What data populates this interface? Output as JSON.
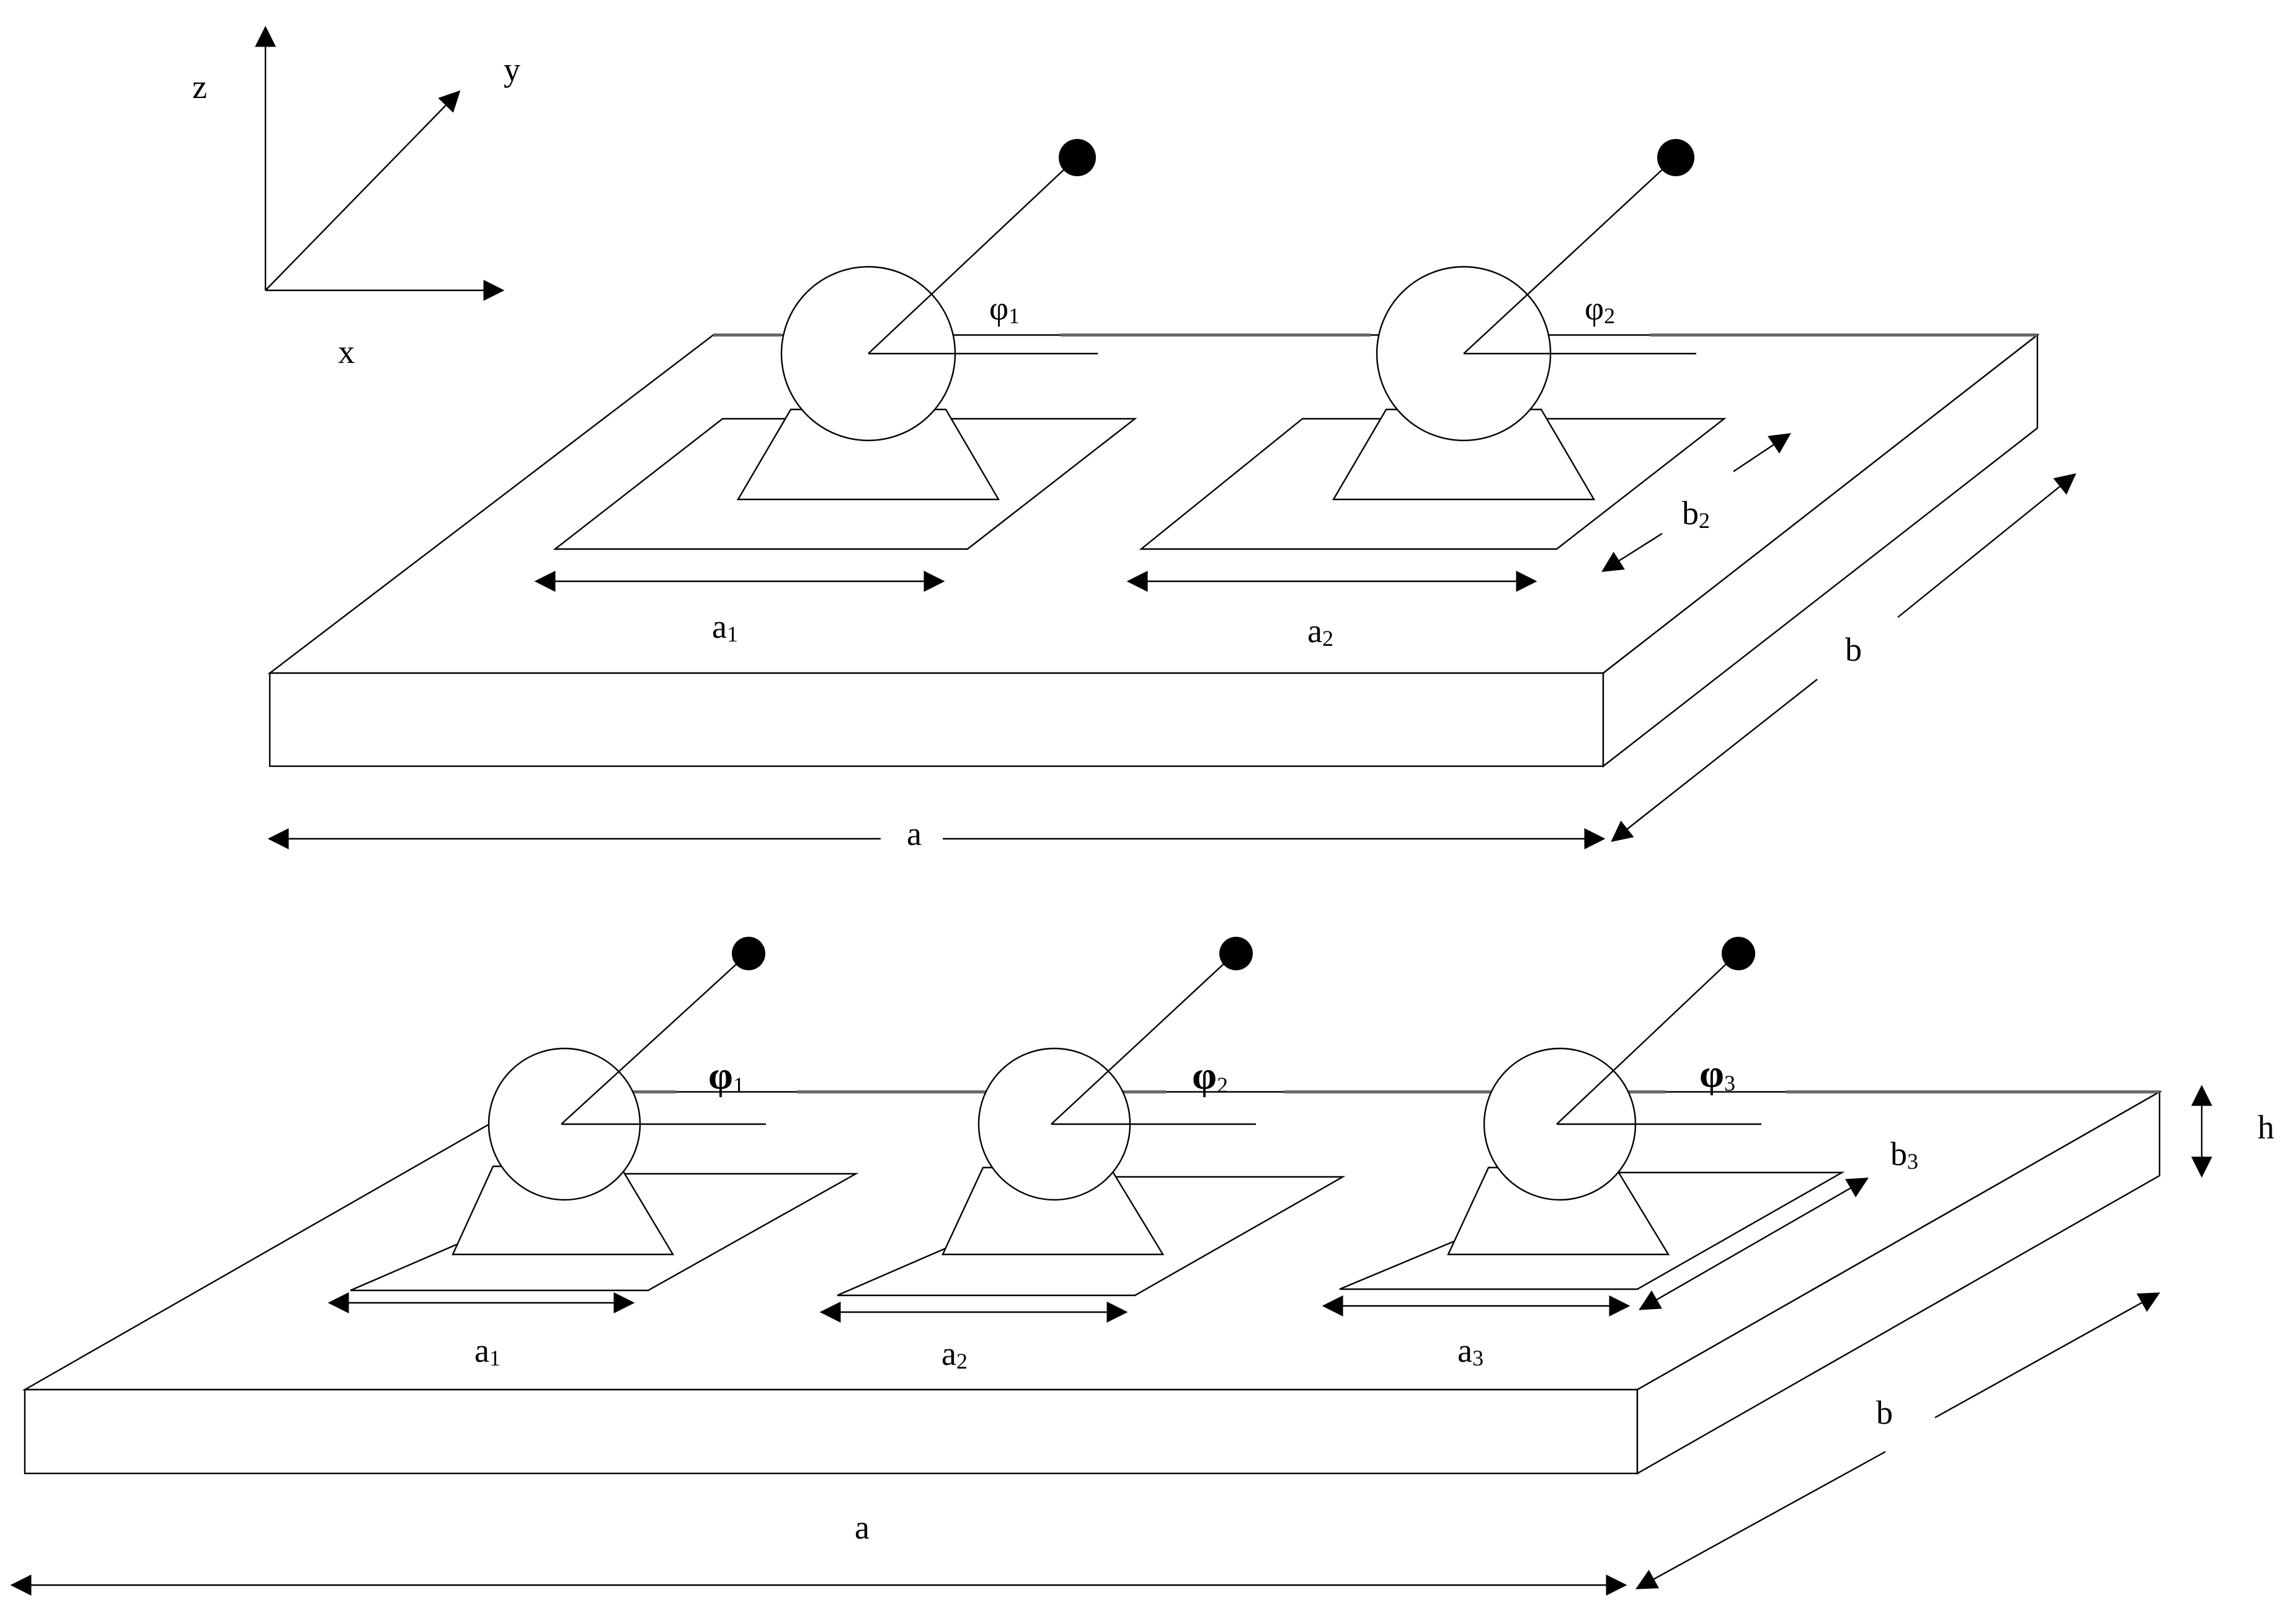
{
  "axes": {
    "z": "z",
    "y": "y",
    "x": "x"
  },
  "top_system": {
    "angles": [
      {
        "phi": "φ",
        "sub": "1"
      },
      {
        "phi": "φ",
        "sub": "2"
      }
    ],
    "plates": [
      {
        "label": "a",
        "sub": "1"
      },
      {
        "label": "a",
        "sub": "2"
      }
    ],
    "b_sub_label": {
      "label": "b",
      "sub": "2"
    },
    "width_label": "a",
    "depth_label": "b"
  },
  "bottom_system": {
    "angles": [
      {
        "phi": "φ",
        "sub": "1"
      },
      {
        "phi": "φ",
        "sub": "2"
      },
      {
        "phi": "φ",
        "sub": "3"
      }
    ],
    "plates": [
      {
        "label": "a",
        "sub": "1"
      },
      {
        "label": "a",
        "sub": "2"
      },
      {
        "label": "a",
        "sub": "3"
      }
    ],
    "b_sub_label": {
      "label": "b",
      "sub": "3"
    },
    "width_label": "a",
    "depth_label": "b",
    "height_label": "h"
  }
}
